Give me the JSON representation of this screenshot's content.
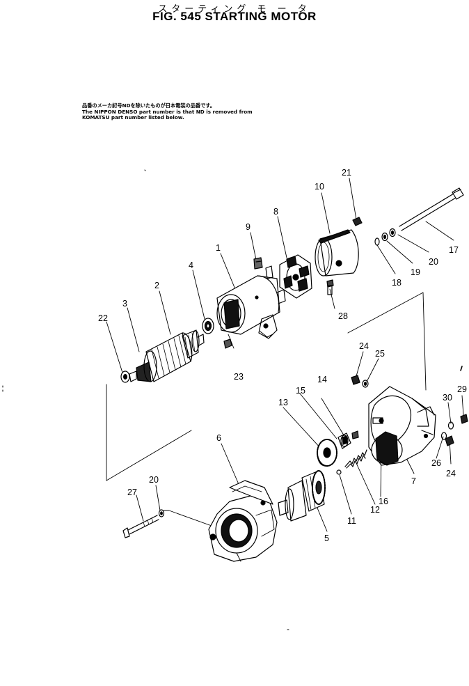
{
  "header": {
    "title_jp": "スターティング モ ー タ",
    "title_en": "FIG. 545  STARTING MOTOR"
  },
  "note": {
    "line1": "品番のメーカ記号NDを除いたものが日本電装の品番です。",
    "line2": "The NIPPON DENSO part number is that ND is removed from",
    "line3": "KOMATSU part number listed below."
  },
  "callouts": [
    "1",
    "2",
    "3",
    "4",
    "5",
    "6",
    "7",
    "8",
    "9",
    "10",
    "11",
    "12",
    "13",
    "14",
    "15",
    "16",
    "17",
    "18",
    "19",
    "20",
    "20",
    "21",
    "22",
    "23",
    "24",
    "24",
    "25",
    "26",
    "27",
    "28",
    "29",
    "30"
  ]
}
